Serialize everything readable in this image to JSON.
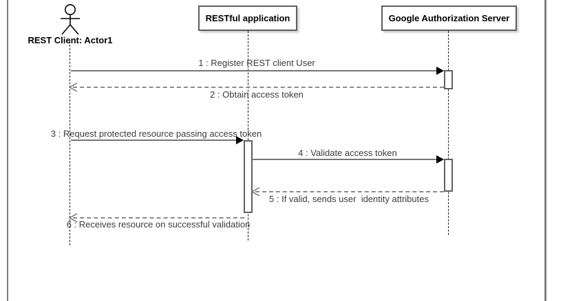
{
  "diagram": {
    "type": "uml-sequence",
    "actor": {
      "label": "REST Client: Actor1"
    },
    "participants": [
      {
        "label": "RESTful application"
      },
      {
        "label": "Google Authorization Server"
      }
    ],
    "messages": [
      {
        "label": "1 : Register REST client User",
        "kind": "solid"
      },
      {
        "label": "2 : Obtain access token",
        "kind": "dashed"
      },
      {
        "label": "3 : Request protected resource passing access token",
        "kind": "solid"
      },
      {
        "label": "4 : Validate access token",
        "kind": "solid"
      },
      {
        "label": "5 : If valid, sends user  identity attributes",
        "kind": "dashed"
      },
      {
        "label": "6 : Receives resource on successful validation",
        "kind": "dashed"
      }
    ],
    "colors": {
      "background": "#ffffff",
      "line_gray": "#757575",
      "dashed_gray": "#8a8a8a",
      "text": "#3b3b3b",
      "shape_border": "#5c5c5c",
      "frame_border": "#7f7f7f",
      "arrow_fill": "#000000"
    }
  }
}
